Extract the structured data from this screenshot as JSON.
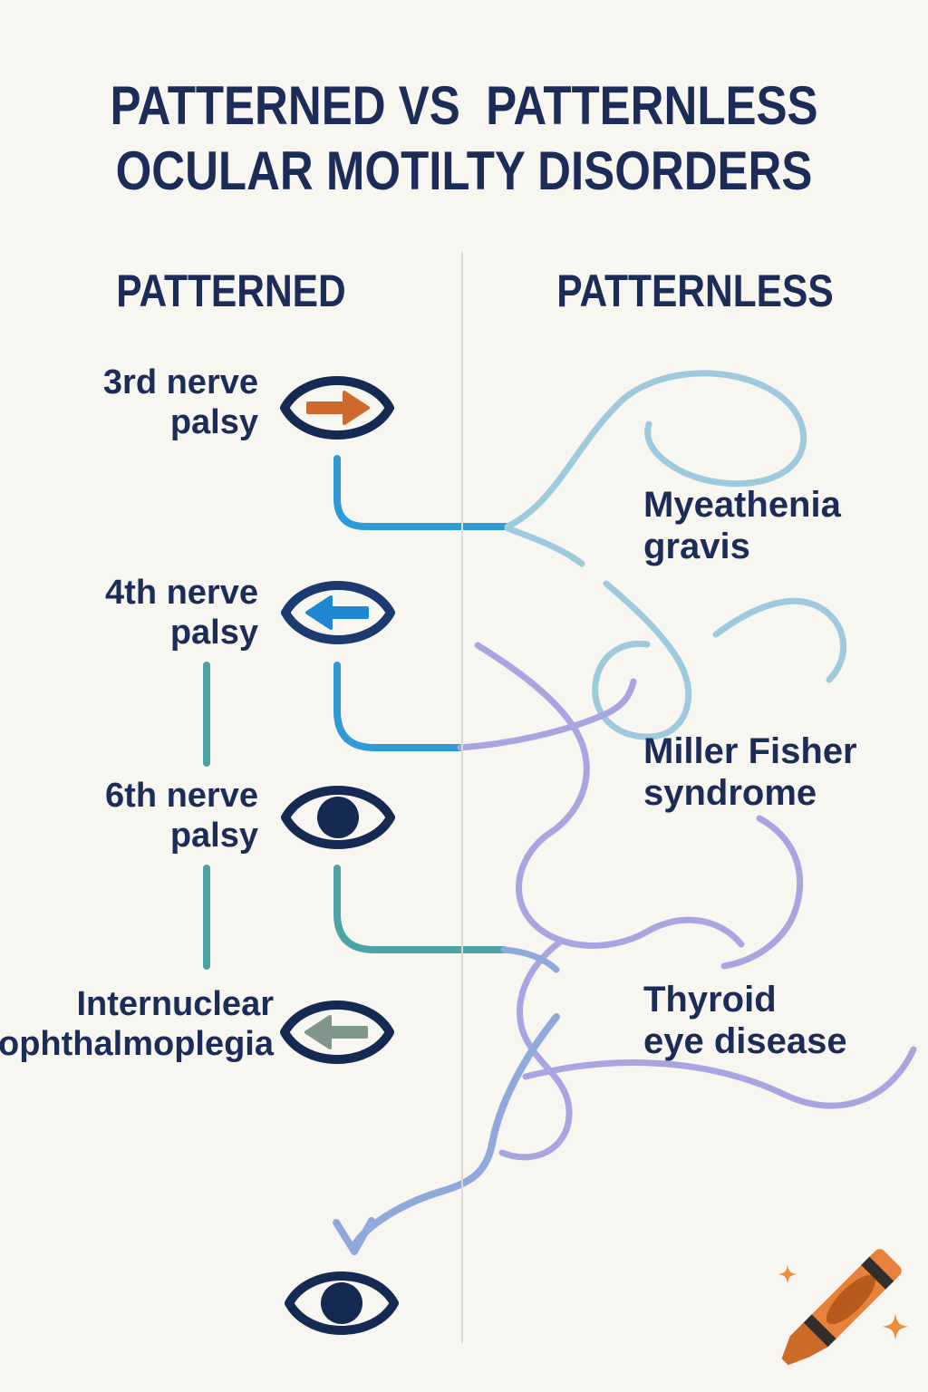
{
  "title": {
    "line1": "PATTERNED VS  PATTERNLESS",
    "line2": "OCULAR MOTILTY DISORDERS"
  },
  "columns": {
    "left": "PATTERNED",
    "right": "PATTERNLESS"
  },
  "patterned_items": [
    {
      "line1": "3rd nerve",
      "line2": "palsy",
      "icon": "eye-arrow-right-icon",
      "arrow_direction": "right",
      "arrow_color": "#cf6a2f"
    },
    {
      "line1": "4th nerve",
      "line2": "palsy",
      "icon": "eye-arrow-left-icon",
      "arrow_direction": "left",
      "arrow_color": "#1f86d2"
    },
    {
      "line1": "6th nerve",
      "line2": "palsy",
      "icon": "eye-pupil-icon"
    },
    {
      "line1": "Internuclear",
      "line2": "ophthalmoplegia",
      "icon": "eye-arrow-left-icon",
      "arrow_direction": "left",
      "arrow_color": "#7e968c"
    }
  ],
  "patternless_items": [
    {
      "line1": "Myeathenia",
      "line2": "gravis"
    },
    {
      "line1": "Miller Fisher",
      "line2": "syndrome"
    },
    {
      "line1": "Thyroid",
      "line2": "eye disease"
    }
  ],
  "footer_icon": "orange-crayon-with-sparkles",
  "colors": {
    "background": "#f8f6f1",
    "navy_text": "#1b2c59",
    "eye_outline": "#142a52",
    "eye_outline_blue": "#1a3a70",
    "divider": "#dcdad5",
    "bright_blue": "#2e9ad6",
    "light_blue": "#9ecadf",
    "teal": "#4ba3a6",
    "purple": "#a9a5e0",
    "periwinkle": "#8fa9dc",
    "orange_arrow": "#cf6a2f",
    "blue_arrow": "#1f86d2",
    "sage_arrow": "#7e968c",
    "red_line_top": "#c0392b",
    "red_line_bottom": "#e07b39",
    "crayon_orange": "#e8823a",
    "crayon_dark": "#b85a1e",
    "crayon_band": "#332e2b",
    "crayon_tip": "#cd6c29",
    "sparkle": "#ee8c3e"
  }
}
